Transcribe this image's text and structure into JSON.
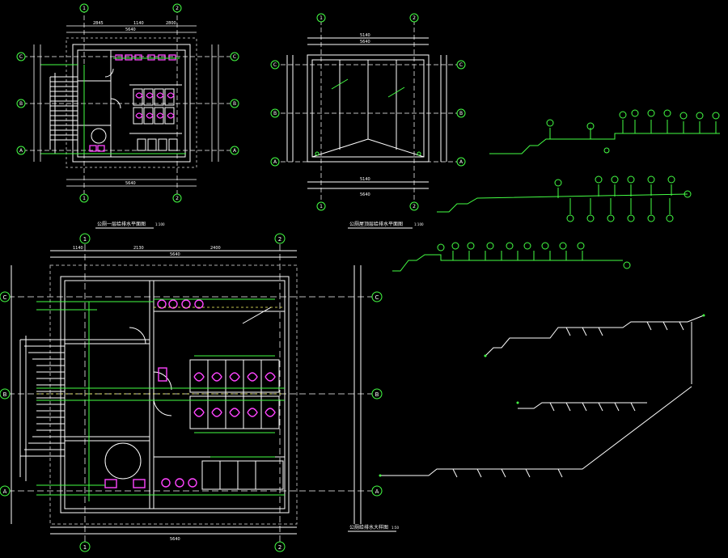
{
  "drawing": {
    "background": "#000000",
    "colors": {
      "line": "#ffffff",
      "grid": "#c8c8c8",
      "dim": "#ffffff",
      "pipe": "#44ff44",
      "fixture": "#ff44ff",
      "label": "#ffffff",
      "dashed": "#ffff66"
    },
    "titles": {
      "plan_small": "公厕一层给排水平面图",
      "plan_small_scale": "1:100",
      "roof_plan": "公厕屋顶层给排水平面图",
      "roof_plan_scale": "1:100",
      "plan_large": "公厕给排水大样图",
      "plan_large_scale": "1:50"
    },
    "axis_labels": {
      "top_left_1": "1",
      "top_left_2": "2",
      "top_mid_1": "1",
      "top_mid_2": "2",
      "left_A": "A",
      "left_B": "B",
      "left_C": "C",
      "right_A": "A",
      "right_B": "B",
      "right_C": "C",
      "large_1": "1",
      "large_2": "2",
      "large_A": "A",
      "large_B": "B",
      "large_C": "C"
    },
    "dims": {
      "overall": "5640",
      "top_small": [
        "2845",
        "1140",
        "2800"
      ],
      "top_roof": [
        "5140"
      ],
      "large_top": [
        "1140",
        "2130",
        "2400"
      ]
    }
  }
}
